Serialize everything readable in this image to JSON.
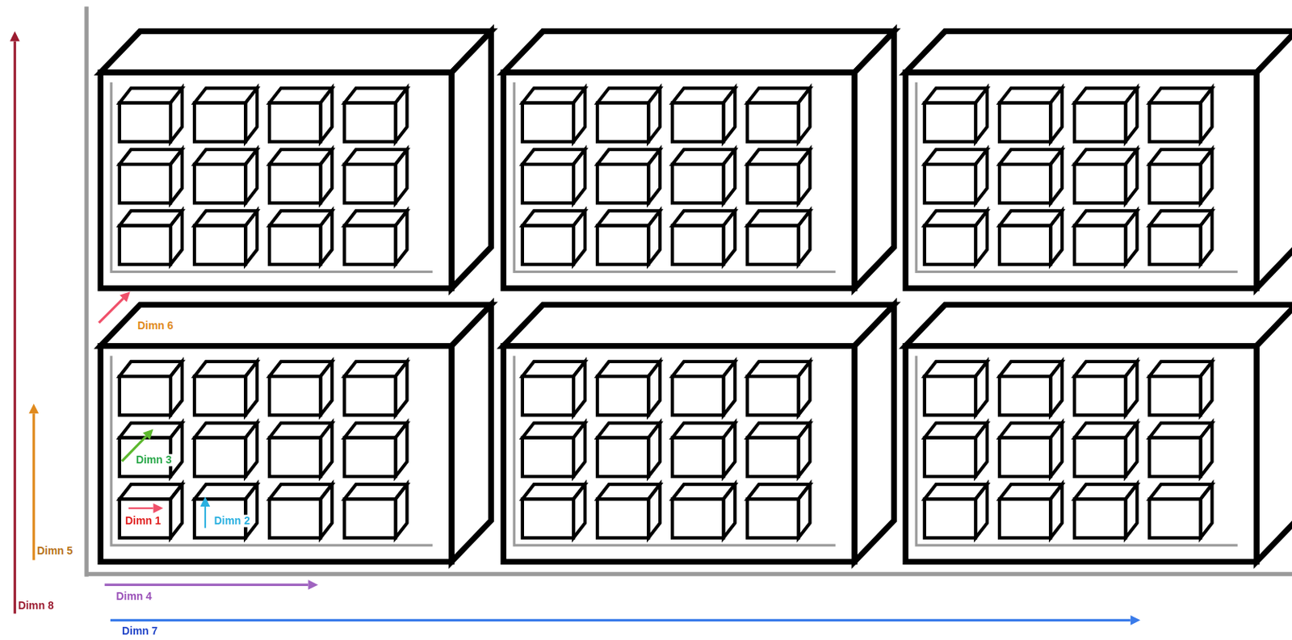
{
  "diagram": {
    "labels": [
      "Dimn 6",
      "Dimn 3",
      "Dimn 1",
      "Dimn 2",
      "Dimn 5",
      "Dimn 4",
      "Dimn 8",
      "Dimn 7"
    ]
  }
}
